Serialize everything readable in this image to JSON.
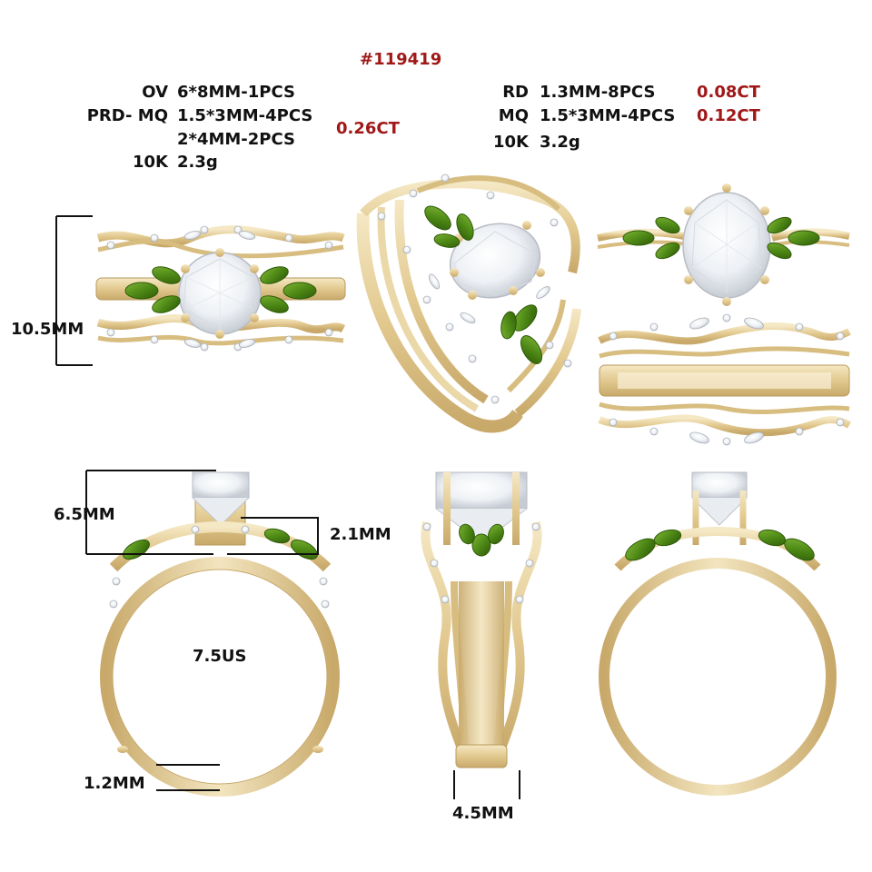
{
  "title": "#119419",
  "colors": {
    "gold": "#e2c98f",
    "gold_dark": "#b99a5e",
    "gold_light": "#f3e5bf",
    "peridot": "#4e8a16",
    "peridot_dark": "#2f5a08",
    "diamond": "#f2f5f8",
    "accent_red": "#a01818"
  },
  "spec_left": {
    "rows": [
      {
        "code": "OV",
        "size": "6*8MM-1PCS"
      },
      {
        "code": "PRD- MQ",
        "size": "1.5*3MM-4PCS"
      },
      {
        "code": "",
        "size": "2*4MM-2PCS"
      },
      {
        "code": "10K",
        "size": "2.3g"
      }
    ],
    "carat": "0.26CT"
  },
  "spec_right": {
    "rows": [
      {
        "code": "RD",
        "size": "1.3MM-8PCS",
        "carat": "0.08CT"
      },
      {
        "code": "MQ",
        "size": "1.5*3MM-4PCS",
        "carat": "0.12CT"
      },
      {
        "code": "10K",
        "size": "3.2g",
        "carat": ""
      }
    ]
  },
  "dimensions": {
    "width": "10.5MM",
    "height": "6.5MM",
    "band_top": "2.1MM",
    "size": "7.5US",
    "shank": "1.2MM",
    "side_width": "4.5MM"
  }
}
